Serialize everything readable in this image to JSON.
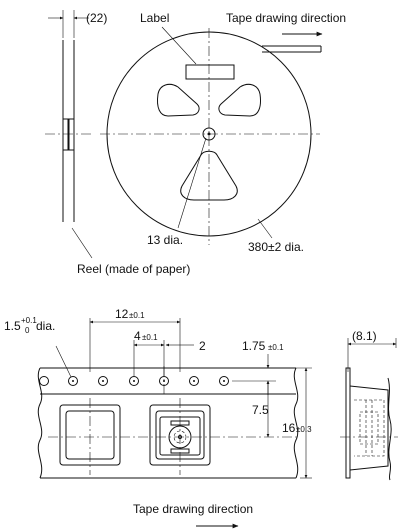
{
  "reel": {
    "width_dim": "(22)",
    "label": "Label",
    "direction_top": "Tape drawing direction",
    "hub_dim": "13 dia.",
    "outer_dim": "380±2 dia.",
    "material": "Reel (made of paper)"
  },
  "tape": {
    "hole_dim_main": "1.5",
    "hole_tol_plus": "+0.1",
    "hole_tol_minus": "0",
    "hole_dim_suffix": "dia.",
    "pitch12_main": "12",
    "pitch12_tol": "±0.1",
    "pitch4_main": "4",
    "pitch4_tol": "±0.1",
    "dim2": "2",
    "edge_main": "1.75",
    "edge_tol": "±0.1",
    "center_dim": "7.5",
    "width_main": "16",
    "width_tol": "±0.3",
    "depth_dim": "(8.1)",
    "direction_bottom": "Tape drawing direction"
  }
}
